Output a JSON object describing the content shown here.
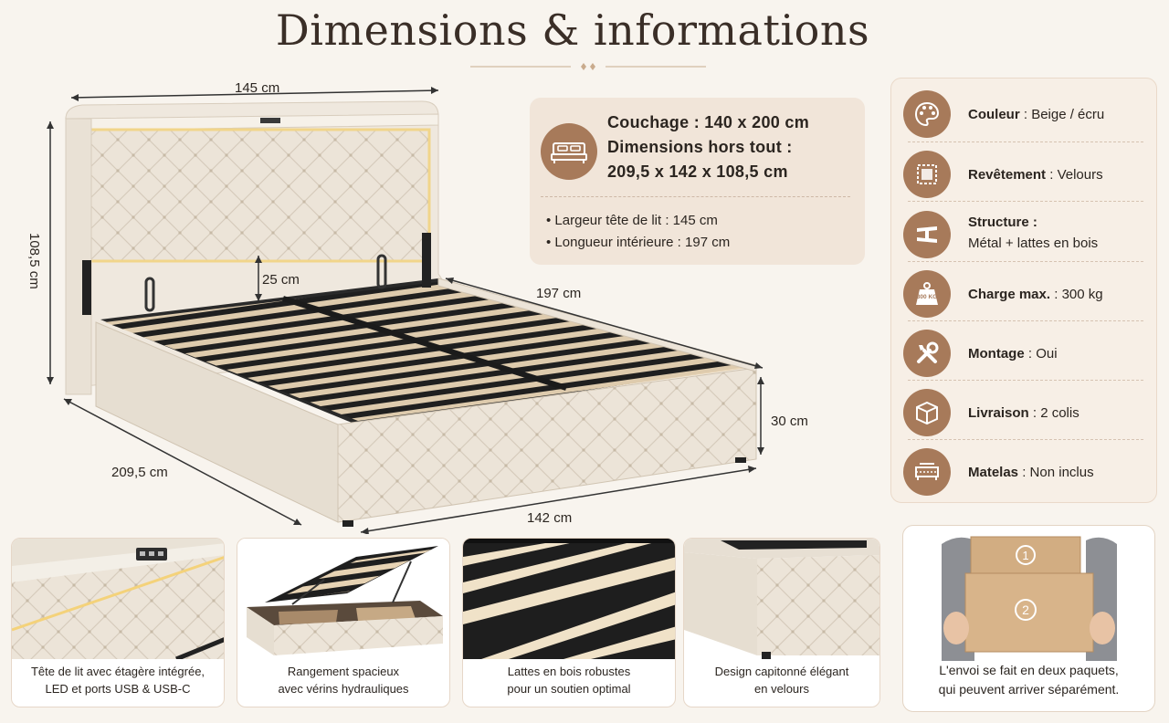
{
  "title": "Dimensions & informations",
  "dimensions": {
    "width_top": "145 cm",
    "height": "108,5 cm",
    "lift_height": "25 cm",
    "length": "197 cm",
    "leg_height": "30 cm",
    "depth": "209,5 cm",
    "width_bottom": "142 cm"
  },
  "info": {
    "line1": "Couchage : 140 x 200 cm",
    "line2": "Dimensions hors tout :",
    "line3": "209,5 x 142 x 108,5 cm",
    "bullets": [
      "Largeur tête de lit : 145 cm",
      "Longueur intérieure : 197 cm"
    ],
    "icon": "bed-icon"
  },
  "specs": [
    {
      "label": "Couleur",
      "value": "Beige / écru",
      "icon": "palette-icon"
    },
    {
      "label": "Revêtement",
      "value": "Velours",
      "icon": "fabric-icon"
    },
    {
      "label": "Structure :",
      "value": "Métal + lattes en bois",
      "icon": "beam-icon"
    },
    {
      "label": "Charge max.",
      "value": "300 kg",
      "icon": "weight-icon",
      "badge": "300 KG"
    },
    {
      "label": "Montage",
      "value": "Oui",
      "icon": "tools-icon"
    },
    {
      "label": "Livraison",
      "value": "2 colis",
      "icon": "box-icon"
    },
    {
      "label": "Matelas",
      "value": "Non inclus",
      "icon": "mattress-icon"
    }
  ],
  "thumbs": [
    {
      "caption1": "Tête de lit avec étagère intégrée,",
      "caption2": "LED et ports USB & USB-C"
    },
    {
      "caption1": "Rangement spacieux",
      "caption2": "avec vérins hydrauliques"
    },
    {
      "caption1": "Lattes en bois robustes",
      "caption2": "pour un soutien optimal"
    },
    {
      "caption1": "Design capitonné élégant",
      "caption2": "en velours"
    }
  ],
  "delivery": {
    "caption1": "L'envoi se fait en deux paquets,",
    "caption2": "qui peuvent arriver séparément.",
    "box1": "1",
    "box2": "2"
  },
  "colors": {
    "accent": "#a77a5a",
    "background": "#f8f4ee",
    "card": "#f1e5d9",
    "fabric": "#ece4d8"
  }
}
